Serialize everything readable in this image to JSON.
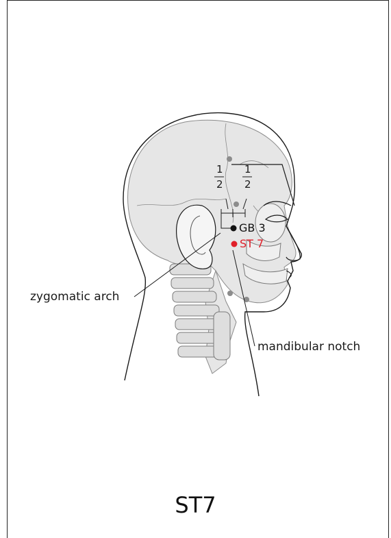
{
  "title": "ST7",
  "points": [
    {
      "code": "GB 3",
      "color": "#111111"
    },
    {
      "code": "ST 7",
      "color": "#e0202a"
    }
  ],
  "labels": {
    "zygomatic_arch": "zygomatic arch",
    "mandibular_notch": "mandibular notch"
  },
  "fractions": [
    {
      "numerator": "1",
      "denominator": "2"
    },
    {
      "numerator": "1",
      "denominator": "2"
    }
  ],
  "colors": {
    "skin_outline": "#1a1a1a",
    "bone_fill": "#e6e6e6",
    "bone_line": "#8a8a8a",
    "marker_gray": "#8c8c8c",
    "accent_red": "#e0202a"
  }
}
